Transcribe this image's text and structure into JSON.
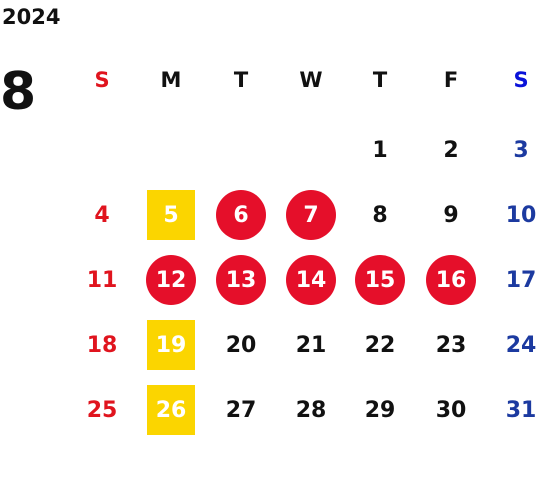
{
  "calendar": {
    "year": "2024",
    "month": "8",
    "weekdays": [
      "S",
      "M",
      "T",
      "W",
      "T",
      "F",
      "S"
    ],
    "weeks": [
      [
        {
          "label": "",
          "style": "sun"
        },
        {
          "label": "",
          "style": "plain"
        },
        {
          "label": "",
          "style": "plain"
        },
        {
          "label": "",
          "style": "plain"
        },
        {
          "label": "1",
          "style": "plain"
        },
        {
          "label": "2",
          "style": "plain"
        },
        {
          "label": "3",
          "style": "sat"
        }
      ],
      [
        {
          "label": "4",
          "style": "sun"
        },
        {
          "label": "5",
          "style": "box"
        },
        {
          "label": "6",
          "style": "dot"
        },
        {
          "label": "7",
          "style": "dot"
        },
        {
          "label": "8",
          "style": "plain"
        },
        {
          "label": "9",
          "style": "plain"
        },
        {
          "label": "10",
          "style": "sat"
        }
      ],
      [
        {
          "label": "11",
          "style": "sun"
        },
        {
          "label": "12",
          "style": "dot"
        },
        {
          "label": "13",
          "style": "dot"
        },
        {
          "label": "14",
          "style": "dot"
        },
        {
          "label": "15",
          "style": "dot"
        },
        {
          "label": "16",
          "style": "dot"
        },
        {
          "label": "17",
          "style": "sat"
        }
      ],
      [
        {
          "label": "18",
          "style": "sun"
        },
        {
          "label": "19",
          "style": "box"
        },
        {
          "label": "20",
          "style": "plain"
        },
        {
          "label": "21",
          "style": "plain"
        },
        {
          "label": "22",
          "style": "plain"
        },
        {
          "label": "23",
          "style": "plain"
        },
        {
          "label": "24",
          "style": "sat"
        }
      ],
      [
        {
          "label": "25",
          "style": "sun"
        },
        {
          "label": "26",
          "style": "box"
        },
        {
          "label": "27",
          "style": "plain"
        },
        {
          "label": "28",
          "style": "plain"
        },
        {
          "label": "29",
          "style": "plain"
        },
        {
          "label": "30",
          "style": "plain"
        },
        {
          "label": "31",
          "style": "sat"
        }
      ]
    ]
  },
  "colors": {
    "sunday": "#e0141e",
    "saturday": "#1c3aa0",
    "saturday_header": "#0a12d9",
    "holiday_dot": "#e50f2a",
    "highlight_box": "#fbd500",
    "text": "#111111"
  }
}
